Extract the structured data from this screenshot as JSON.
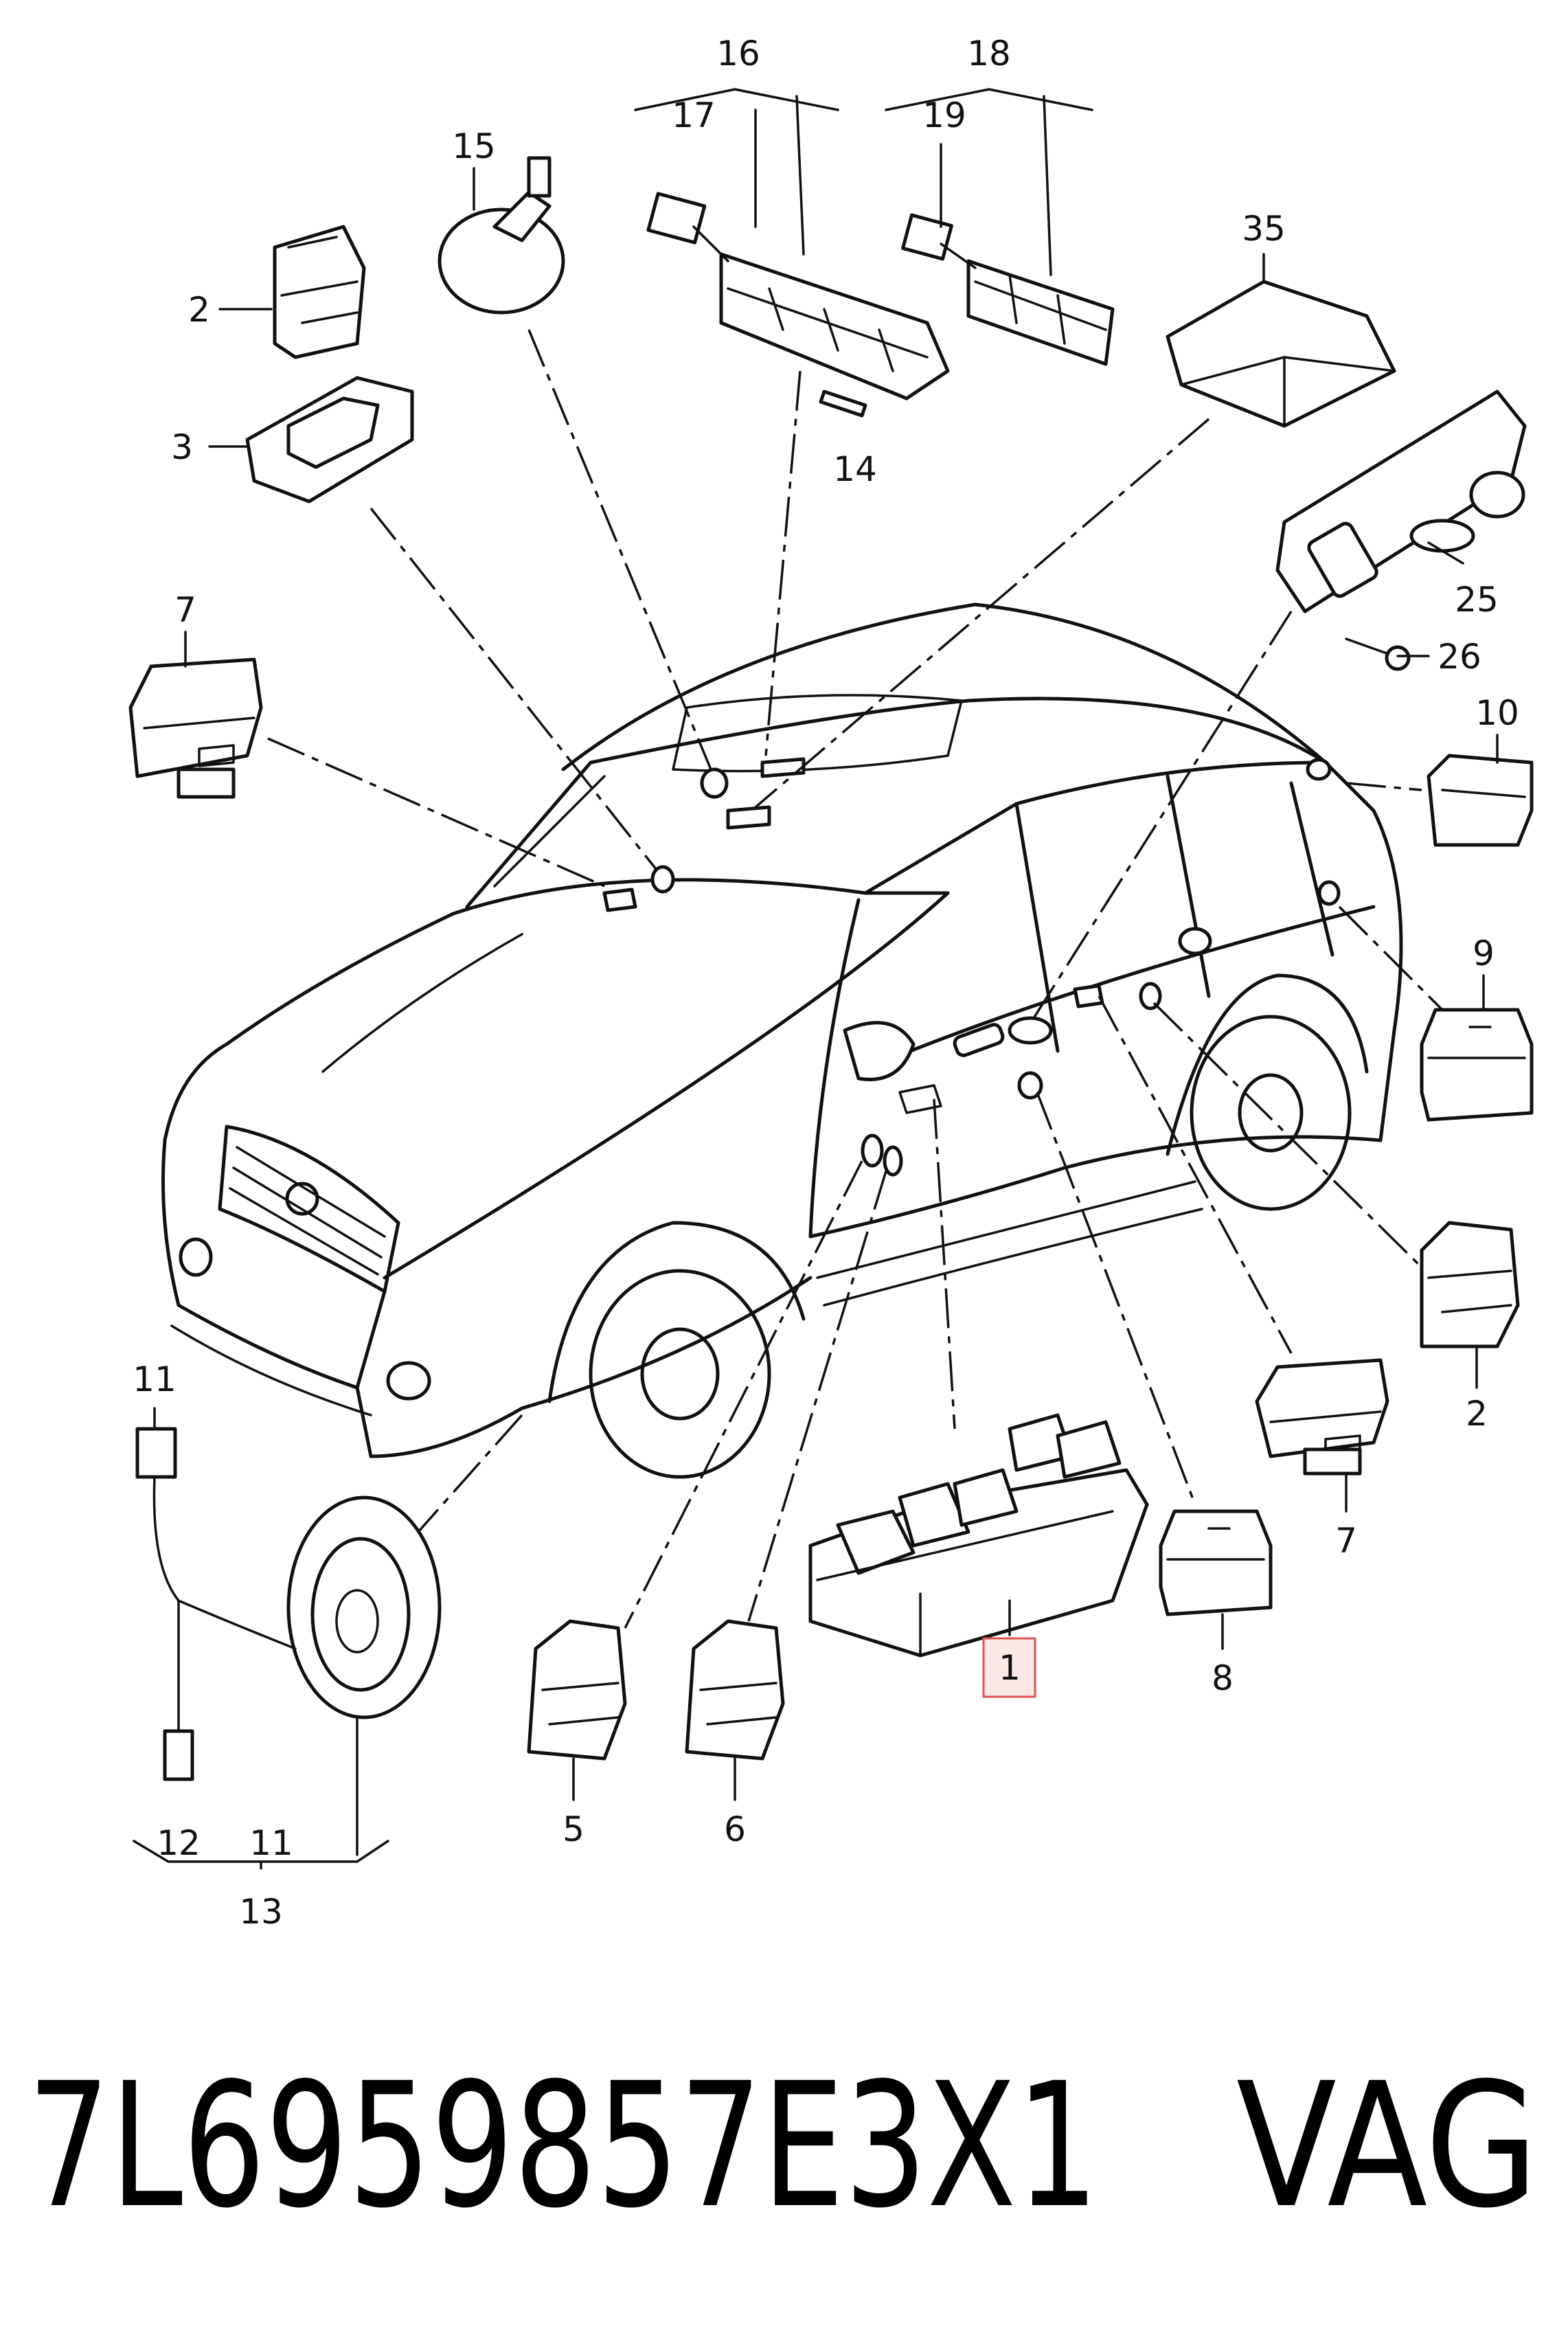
{
  "diagram": {
    "callouts": {
      "c1": "1",
      "c2a": "2",
      "c2b": "2",
      "c3": "3",
      "c5": "5",
      "c6": "6",
      "c7a": "7",
      "c7b": "7",
      "c8": "8",
      "c9": "9",
      "c10": "10",
      "c11a": "11",
      "c11b": "11",
      "c12": "12",
      "c13": "13",
      "c14": "14",
      "c15": "15",
      "c16": "16",
      "c17": "17",
      "c18": "18",
      "c19": "19",
      "c25": "25",
      "c26": "26",
      "c35": "35"
    },
    "highlight_color": "#d9534f"
  },
  "footer": {
    "part_number": "7L6959857E3X1",
    "brand": "VAG"
  }
}
